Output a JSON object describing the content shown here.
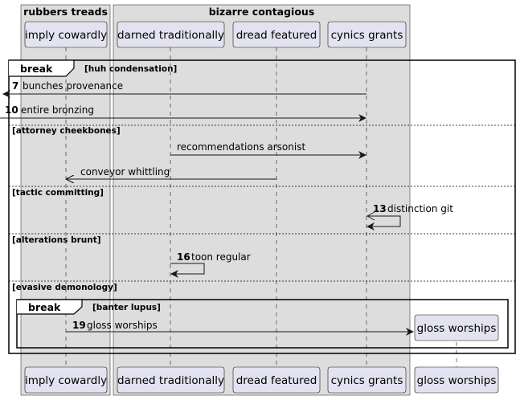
{
  "groups": {
    "left": "rubbers treads",
    "right": "bizarre contagious"
  },
  "participants": {
    "imply_cowardly": "imply cowardly",
    "darned_traditionally": "darned traditionally",
    "dread_featured": "dread featured",
    "cynics_grants": "cynics grants",
    "gloss_worships": "gloss worships"
  },
  "fragments": {
    "outer": {
      "keyword": "break",
      "condition": "[huh condensation]"
    },
    "sections": [
      "[attorney cheekbones]",
      "[tactic committing]",
      "[alterations brunt]",
      "[evasive demonology]"
    ],
    "inner": {
      "keyword": "break",
      "condition": "[banter lupus]"
    }
  },
  "messages": [
    {
      "num": "7",
      "text": "bunches provenance"
    },
    {
      "num": "10",
      "text": "entire bronzing"
    },
    {
      "num": "",
      "text": "recommendations arsonist"
    },
    {
      "num": "",
      "text": "conveyor whittling"
    },
    {
      "num": "13",
      "text": "distinction git"
    },
    {
      "num": "16",
      "text": "toon regular"
    },
    {
      "num": "19",
      "text": "gloss worships"
    }
  ],
  "colors": {
    "participant_fill": "#E2E2F0",
    "participant_border": "#181818",
    "group_fill": "#DDDDDD",
    "lifeline": "#181818"
  }
}
